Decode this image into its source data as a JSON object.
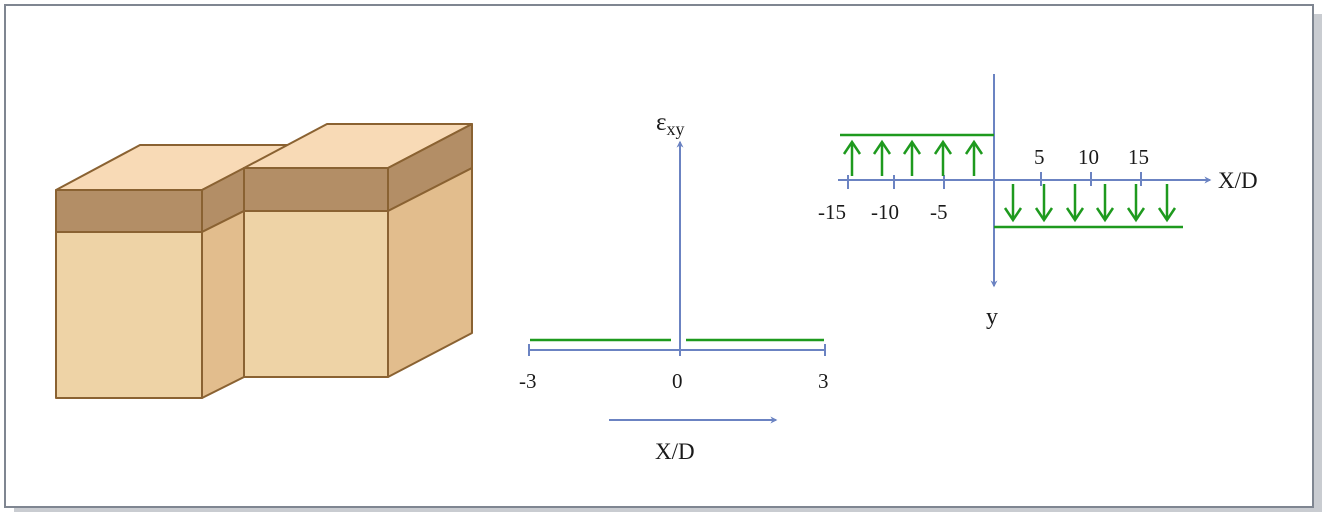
{
  "figure": {
    "colors": {
      "block_top": "#f8dab6",
      "block_layer": "#b38e66",
      "block_front": "#eed3a6",
      "block_side": "#e2bd8d",
      "block_edge": "#8a6232",
      "axis": "#6b83c2",
      "profile": "#1e9a1e"
    }
  },
  "strain_plot": {
    "symbol": "ε",
    "subscript": "xy",
    "ticks": [
      "-3",
      "0",
      "3"
    ],
    "axis_label": "X/D"
  },
  "displacement_plot": {
    "x_label": "X/D",
    "y_label": "y",
    "pos_ticks": [
      "5",
      "10",
      "15"
    ],
    "neg_ticks": [
      "-15",
      "-10",
      "-5"
    ],
    "arrows_up_count": 5,
    "arrows_down_count": 6
  }
}
